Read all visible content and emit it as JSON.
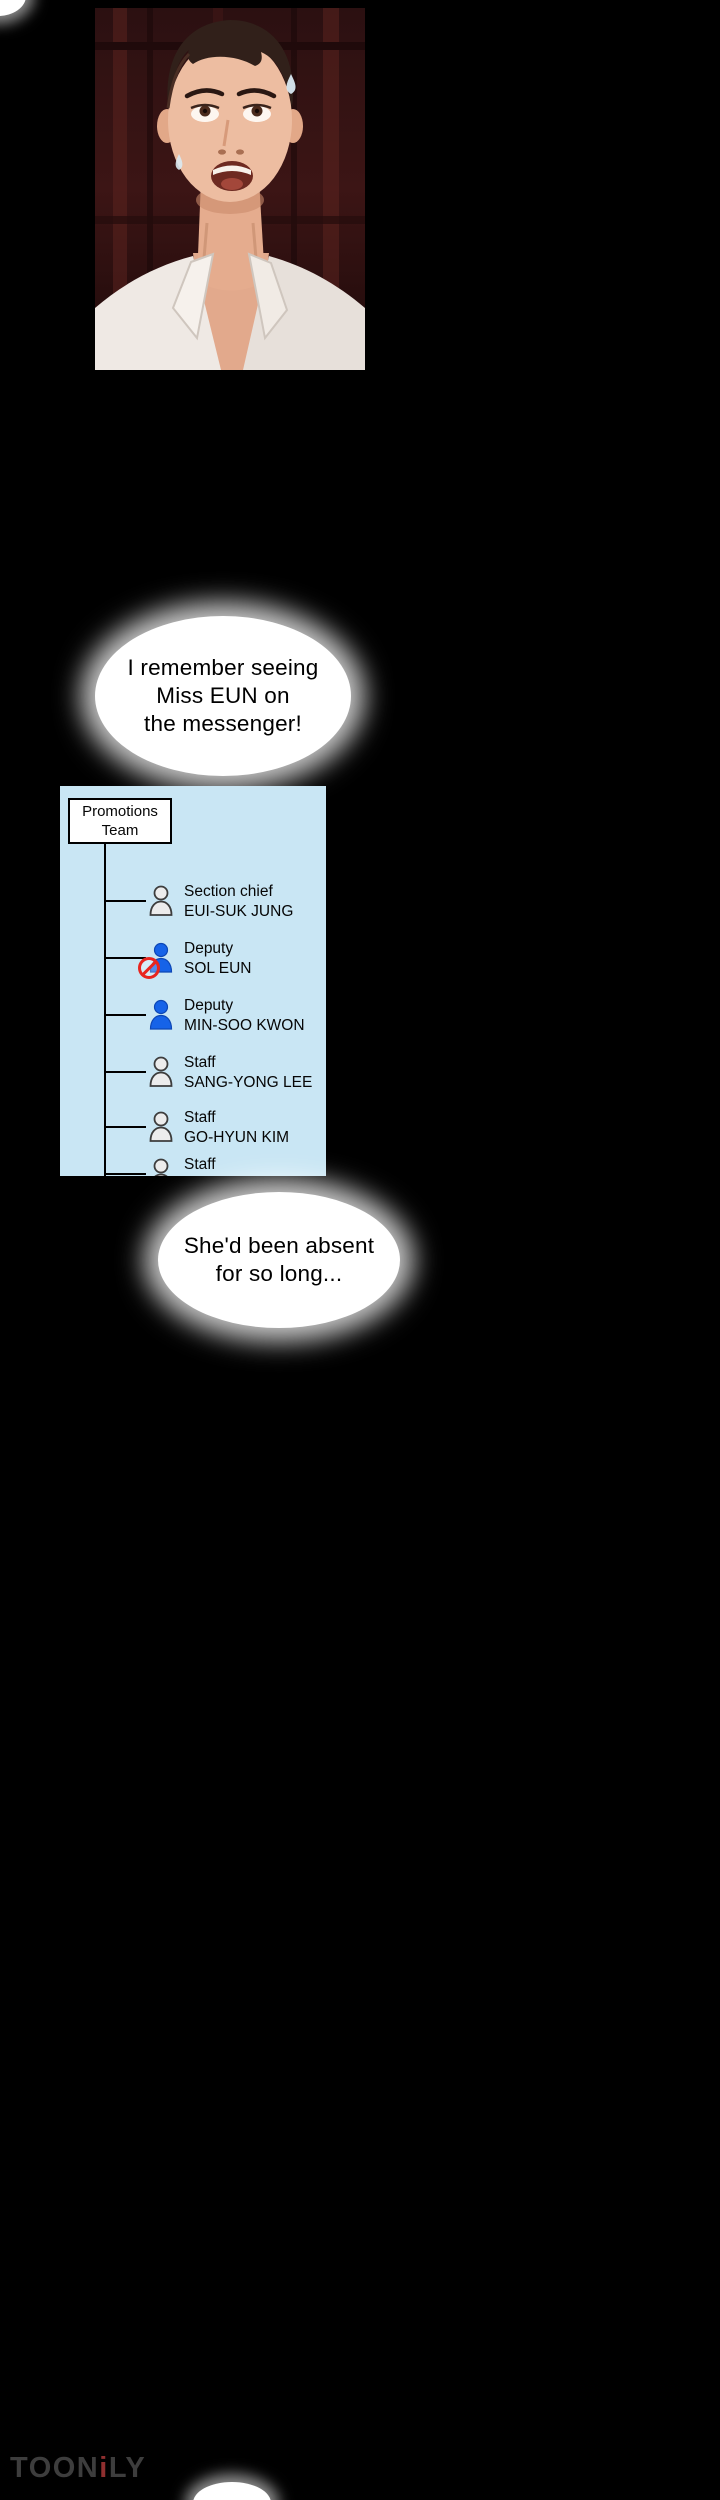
{
  "artwork": {
    "description": "Shocked man with short dark hair looking upward, sweating, open white collar shirt, dark red background"
  },
  "bubbles": [
    {
      "lines": [
        "I remember seeing",
        "Miss EUN on",
        "the messenger!"
      ]
    },
    {
      "lines": [
        "She'd been absent",
        "for so long..."
      ]
    }
  ],
  "org_chart": {
    "title_lines": [
      "Promotions",
      "Team"
    ],
    "members": [
      {
        "title": "Section chief",
        "name": "EUI-SUK JUNG",
        "status": "normal"
      },
      {
        "title": "Deputy",
        "name": "SOL EUN",
        "status": "absent"
      },
      {
        "title": "Deputy",
        "name": "MIN-SOO KWON",
        "status": "highlighted"
      },
      {
        "title": "Staff",
        "name": "SANG-YONG LEE",
        "status": "normal"
      },
      {
        "title": "Staff",
        "name": "GO-HYUN KIM",
        "status": "normal"
      },
      {
        "title": "Staff",
        "name": "",
        "status": "truncated"
      }
    ]
  },
  "watermark": {
    "pre": "TOON",
    "accent": "i",
    "post": "LY"
  },
  "colors": {
    "panel_bg": "#c9e6f4",
    "member_blue": "#1663e8",
    "ban_red": "#e8251f",
    "bubble_white": "#ffffff",
    "watermark_gray": "#3d3d3d"
  }
}
